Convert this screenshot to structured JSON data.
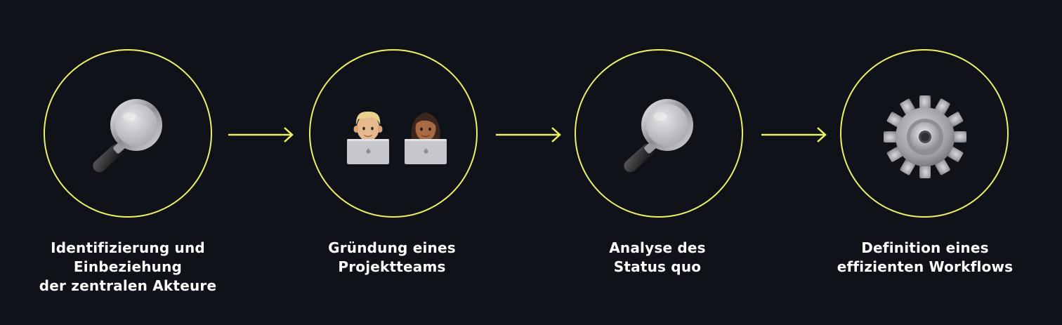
{
  "colors": {
    "background": "#0f1218",
    "accent": "#eef065",
    "text": "#ffffff"
  },
  "steps": [
    {
      "icon": "magnifying-glass-icon",
      "label": "Identifizierung und\nEinbeziehung\nder zentralen Akteure"
    },
    {
      "icon": "technologists-icon",
      "label": "Gründung eines\nProjektteams"
    },
    {
      "icon": "magnifying-glass-icon",
      "label": "Analyse des\nStatus quo"
    },
    {
      "icon": "gear-icon",
      "label": "Definition eines\neffizienten Workflows"
    }
  ]
}
